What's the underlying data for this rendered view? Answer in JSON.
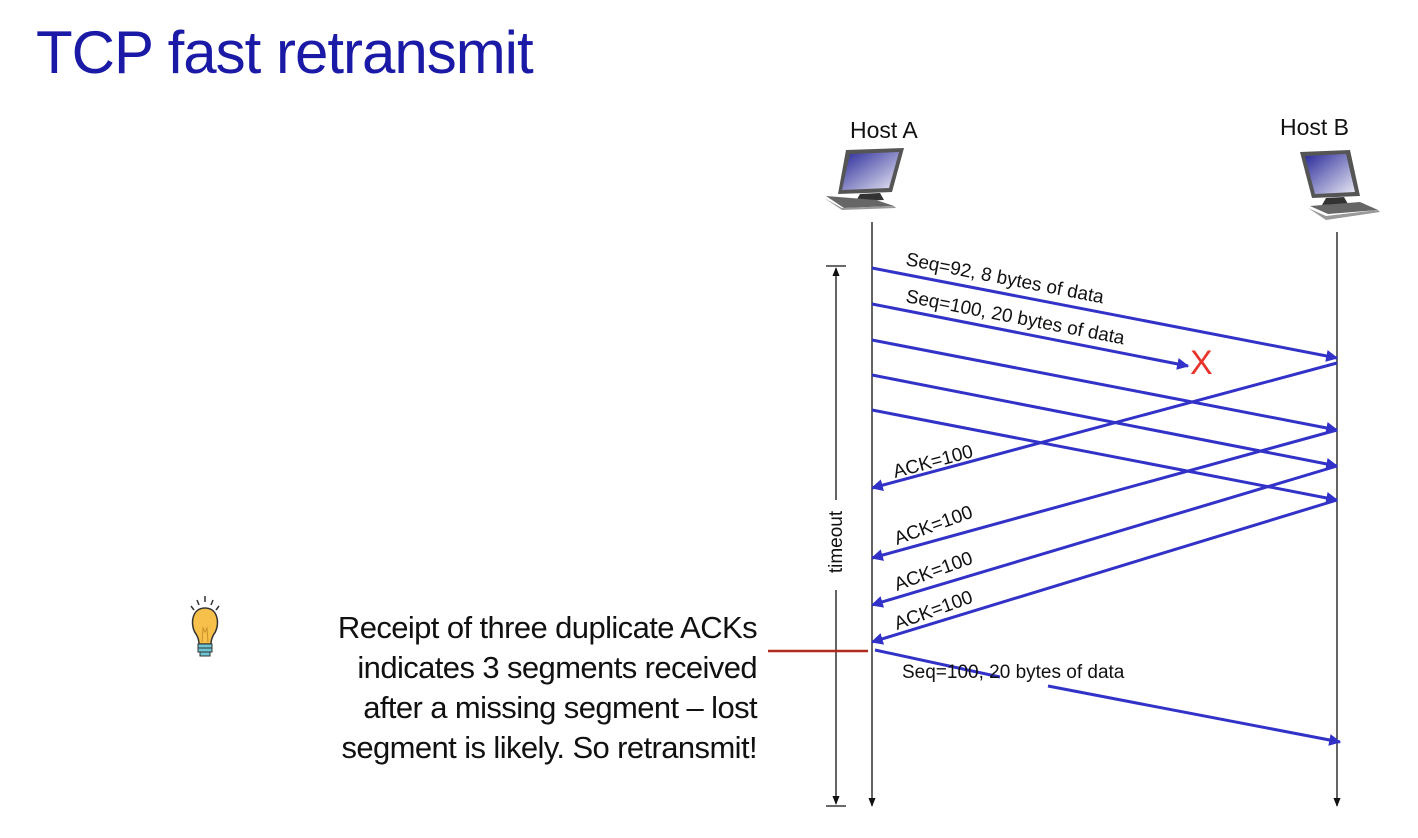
{
  "title": "TCP fast retransmit",
  "hosts": {
    "a": "Host A",
    "b": "Host B"
  },
  "segments": {
    "seq92": "Seq=92, 8 bytes of data",
    "seq100": "Seq=100, 20 bytes of data",
    "retransmit": "Seq=100, 20 bytes of data",
    "lost_marker": "X"
  },
  "acks": [
    "ACK=100",
    "ACK=100",
    "ACK=100",
    "ACK=100"
  ],
  "timeout_label": "timeout",
  "note": {
    "icon": "lightbulb-icon",
    "lines": [
      "Receipt of three duplicate ACKs",
      "indicates 3 segments received",
      "after a missing segment – lost",
      "segment is likely. So retransmit!"
    ]
  },
  "colors": {
    "title": "#1a1aa6",
    "arrow": "#3232c8",
    "lost": "#e8322a",
    "marker_line": "#b02a1e"
  }
}
